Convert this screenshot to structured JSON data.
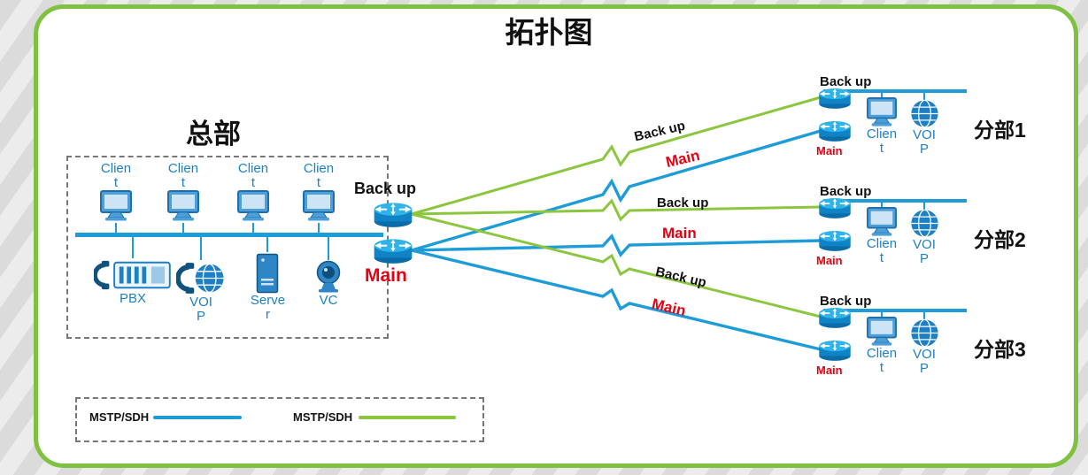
{
  "title": "拓扑图",
  "colors": {
    "frame_green": "#7FC241",
    "line_blue": "#1E9CD7",
    "line_green": "#8CC63E",
    "label_blue": "#1E7FC2",
    "main_red": "#E60012"
  },
  "hq": {
    "label": "总部",
    "clients": [
      "Client",
      "Client",
      "Client",
      "Client"
    ],
    "pbx": "PBX",
    "voip": "VOIP",
    "server": "Server",
    "vc": "VC",
    "backup_label": "Back up",
    "main_label": "Main"
  },
  "branches": [
    {
      "name": "分部1",
      "backup_label": "Back up",
      "main_label": "Main",
      "client": "Client",
      "voip": "VOIP"
    },
    {
      "name": "分部2",
      "backup_label": "Back up",
      "main_label": "Main",
      "client": "Client",
      "voip": "VOIP"
    },
    {
      "name": "分部3",
      "backup_label": "Back up",
      "main_label": "Main",
      "client": "Client",
      "voip": "VOIP"
    }
  ],
  "links": [
    {
      "type": "backup",
      "label": "Back up"
    },
    {
      "type": "main",
      "label": "Main"
    },
    {
      "type": "backup",
      "label": "Back up"
    },
    {
      "type": "main",
      "label": "Main"
    },
    {
      "type": "backup",
      "label": "Back up"
    },
    {
      "type": "main",
      "label": "Main"
    }
  ],
  "legend": [
    {
      "label": "MSTP/SDH",
      "color": "#1E9CD7"
    },
    {
      "label": "MSTP/SDH",
      "color": "#8CC63E"
    }
  ]
}
